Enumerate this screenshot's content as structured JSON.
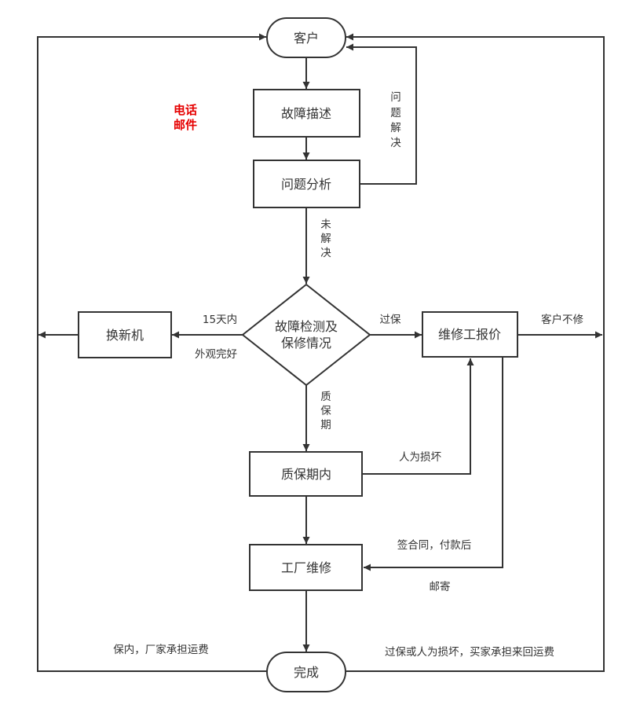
{
  "colors": {
    "stroke": "#333333",
    "text": "#333333",
    "note": "#e60000"
  },
  "nodes": {
    "customer": "客户",
    "fault_description": "故障描述",
    "problem_analysis": "问题分析",
    "inspection_line1": "故障检测及",
    "inspection_line2": "保修情况",
    "replace_new": "换新机",
    "repair_quote": "维修工报价",
    "in_warranty": "质保期内",
    "factory_repair": "工厂维修",
    "done": "完成"
  },
  "note": {
    "line1": "电话",
    "line2": "邮件"
  },
  "edges": {
    "problem_solved": [
      "问",
      "题",
      "解",
      "决"
    ],
    "unsolved": [
      "未",
      "解",
      "决"
    ],
    "warranty_period": [
      "质",
      "保",
      "期"
    ],
    "within_15_days": "15天内",
    "good_appearance": "外观完好",
    "out_of_warranty": "过保",
    "customer_declines": "客户不修",
    "human_damage": "人为损坏",
    "sign_contract": "签合同，付款后",
    "mail": "邮寄",
    "in_warranty_shipping": "保内，厂家承担运费",
    "out_warranty_shipping": "过保或人为损坏，买家承担来回运费"
  }
}
